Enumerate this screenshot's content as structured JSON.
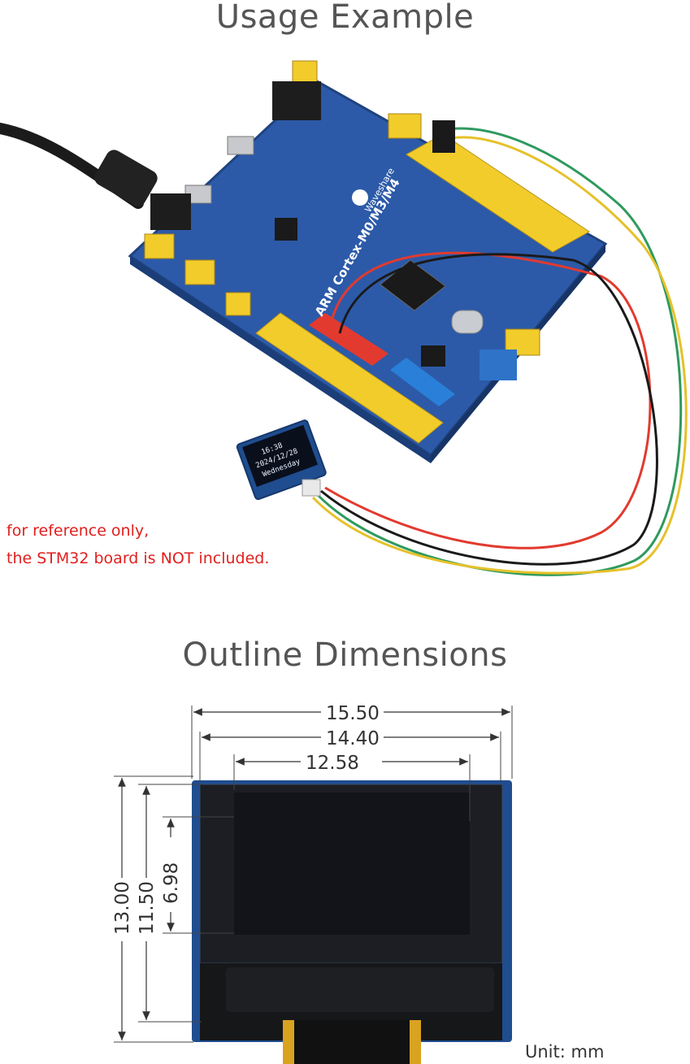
{
  "headings": {
    "usage": "Usage Example",
    "outline": "Outline Dimensions"
  },
  "note": {
    "line1": "for reference only,",
    "line2": "the STM32 board is NOT included."
  },
  "board_labels": {
    "brand": "Waveshare",
    "mcu": "ARM Cortex-M0/M3/M4"
  },
  "oled_screen": {
    "time": "16:38",
    "date": "2024/12/28",
    "day": "Wednesday"
  },
  "dimensions": {
    "outer_width": "15.50",
    "inner_width": "14.40",
    "active_width": "12.58",
    "outer_height": "13.00",
    "inner_height": "11.50",
    "active_height": "6.98",
    "unit": "Unit: mm"
  },
  "colors": {
    "board_blue": "#2c5aa8",
    "header_yellow": "#f2cc2a",
    "panel_blue": "#1f4d8f",
    "note_red": "#e0201e",
    "wire_red": "#e23a2f",
    "wire_black": "#1a1a1a",
    "wire_green": "#2f9a5e",
    "wire_yellow": "#e6c12a"
  }
}
